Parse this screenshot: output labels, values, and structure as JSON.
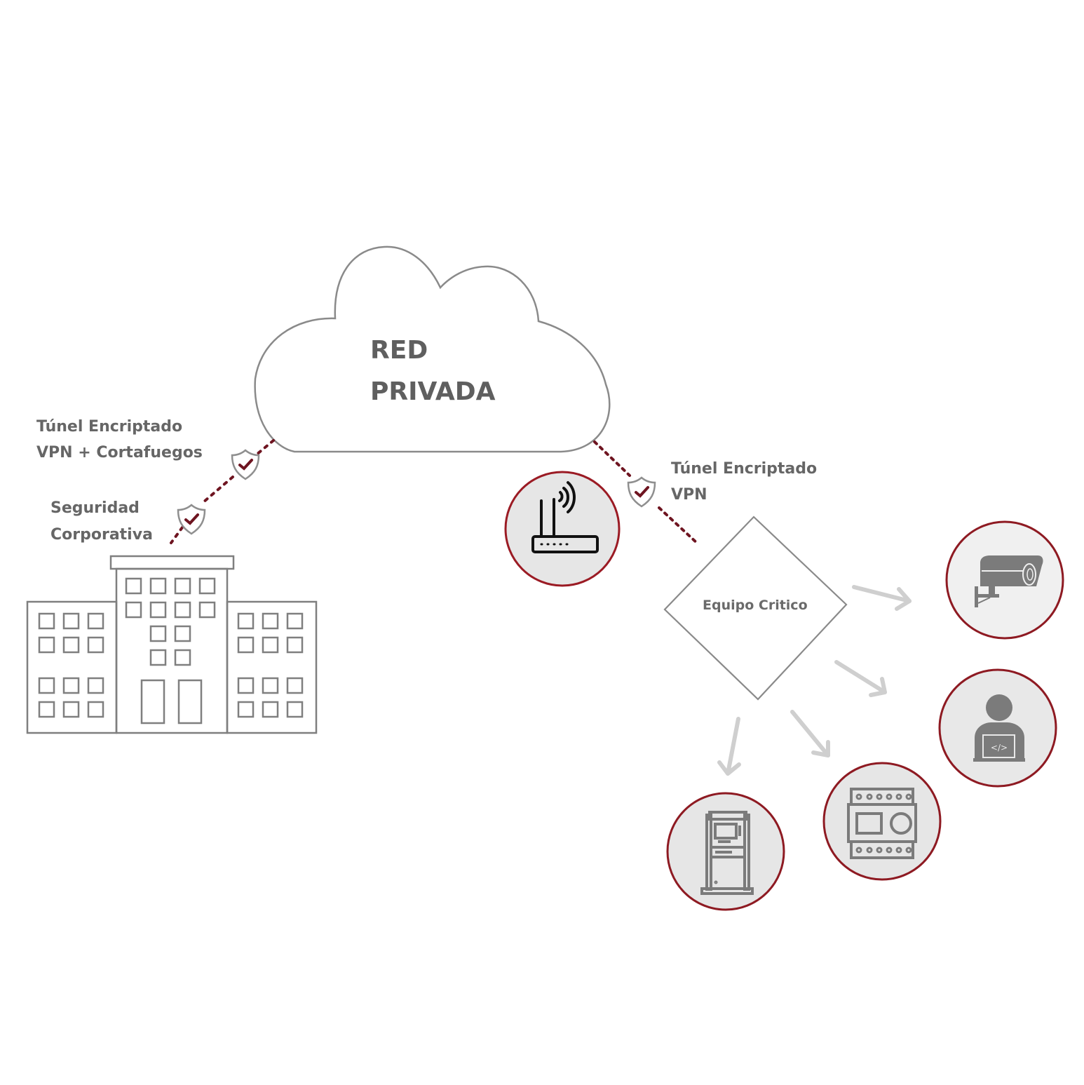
{
  "diagram": {
    "cloud": {
      "label_line1": "RED",
      "label_line2": "PRIVADA"
    },
    "left_tunnel": {
      "line1": "Túnel Encriptado",
      "line2": "VPN + Cortafuegos",
      "icon": "shield-check-icon"
    },
    "corporate_security": {
      "line1": "Seguridad",
      "line2": "Corporativa",
      "icon": "shield-check-icon"
    },
    "right_tunnel": {
      "line1": "Túnel Encriptado",
      "line2": "VPN",
      "icon": "shield-check-icon"
    },
    "headquarters": {
      "icon": "office-building-icon"
    },
    "router": {
      "icon": "wifi-router-icon"
    },
    "critical_equipment": {
      "label": "Equipo Critico"
    },
    "devices": [
      {
        "name": "security-camera",
        "icon": "cctv-camera-icon"
      },
      {
        "name": "developer",
        "icon": "developer-laptop-icon"
      },
      {
        "name": "plc-controller",
        "icon": "din-rail-controller-icon"
      },
      {
        "name": "kiosk",
        "icon": "atm-kiosk-icon"
      }
    ],
    "colors": {
      "accent_dark_red": "#6e1420",
      "circle_border": "#9b1b24",
      "outline_gray": "#808080",
      "icon_gray": "#7b7b7b",
      "arrow_gray": "#cfcfcf",
      "circle_fill": "#e6e6e6"
    }
  }
}
